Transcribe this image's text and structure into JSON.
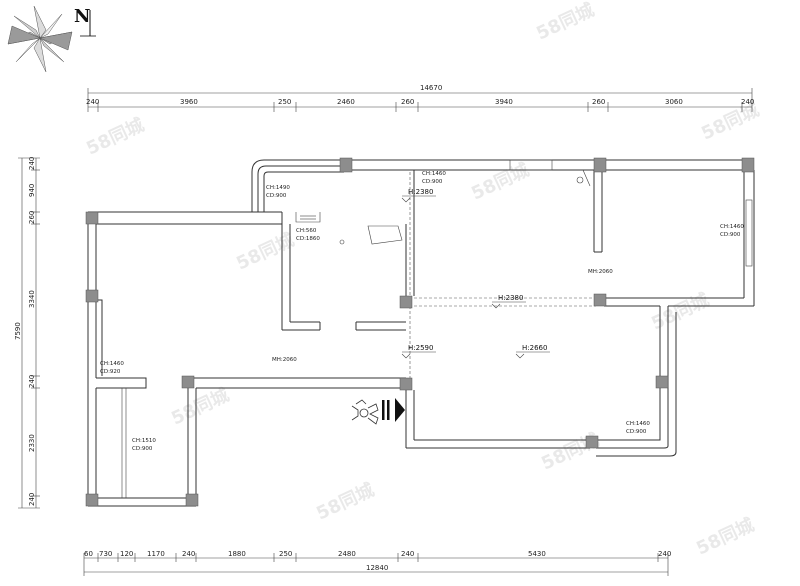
{
  "north": {
    "letter": "N"
  },
  "dimensions_top": {
    "total": "14670",
    "segments": [
      "240",
      "3960",
      "250",
      "2460",
      "260",
      "3940",
      "260",
      "3060",
      "240"
    ]
  },
  "dimensions_bottom": {
    "total": "12840",
    "segments": [
      "60",
      "730",
      "120",
      "1170",
      "240",
      "1880",
      "250",
      "2480",
      "240",
      "5430",
      "240"
    ]
  },
  "dimensions_left": {
    "total": "7590",
    "segments": [
      "240",
      "940",
      "260",
      "3340",
      "240",
      "2330",
      "240"
    ]
  },
  "windows": [
    {
      "ch": "CH:1490",
      "cd": "CD:900"
    },
    {
      "ch": "CH:1460",
      "cd": "CD:900"
    },
    {
      "ch": "CH:560",
      "cd": "CD:1860"
    },
    {
      "ch": "CH:1460",
      "cd": "CD:900"
    },
    {
      "ch": "CH:1460",
      "cd": "CD:920"
    },
    {
      "ch": "CH:1510",
      "cd": "CD:900"
    },
    {
      "ch": "CH:1460",
      "cd": "CD:900"
    }
  ],
  "heights": [
    "H:2380",
    "H:2380",
    "H:2590",
    "H:2660"
  ],
  "door_heights": [
    "MH:2060",
    "MH:2060"
  ],
  "watermark": "58同城"
}
